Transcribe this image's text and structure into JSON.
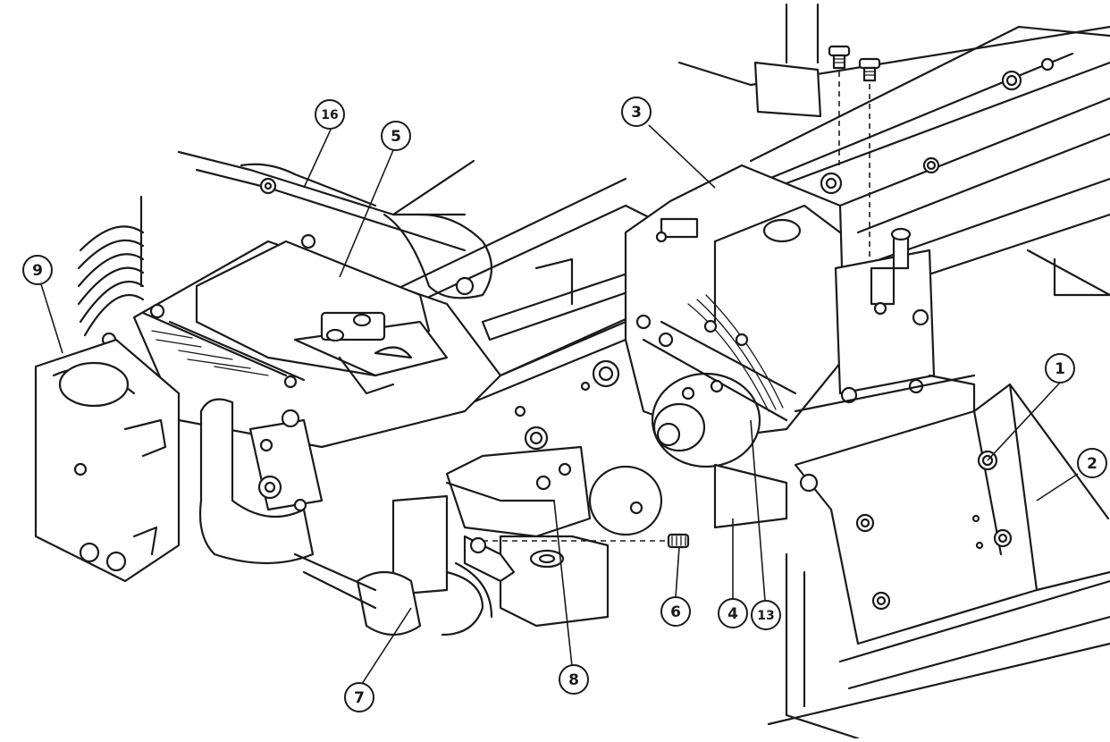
{
  "callouts": [
    {
      "id": "c1",
      "label": "1"
    },
    {
      "id": "c2",
      "label": "2"
    },
    {
      "id": "c3",
      "label": "3"
    },
    {
      "id": "c4",
      "label": "4"
    },
    {
      "id": "c5",
      "label": "5"
    },
    {
      "id": "c6",
      "label": "6"
    },
    {
      "id": "c7",
      "label": "7"
    },
    {
      "id": "c8",
      "label": "8"
    },
    {
      "id": "c9",
      "label": "9"
    },
    {
      "id": "c13",
      "label": "13"
    },
    {
      "id": "c16",
      "label": "16"
    }
  ]
}
